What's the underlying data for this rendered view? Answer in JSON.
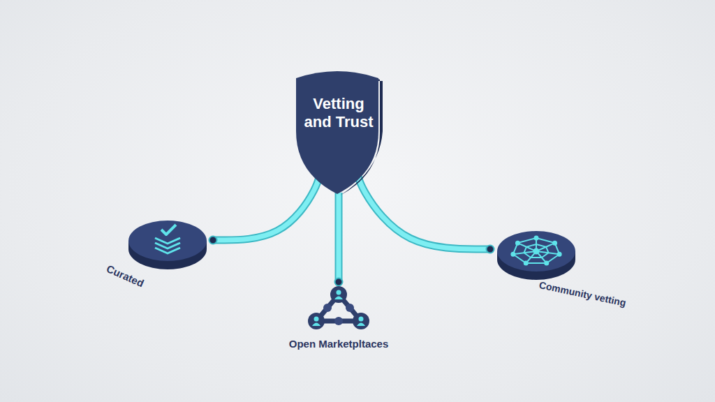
{
  "diagram": {
    "nodes": [
      {
        "text": [
          "Vetting and Trust"
        ]
      },
      {
        "text": [
          "Curated"
        ]
      },
      {
        "text": [
          "Open Marketpltaces"
        ]
      },
      {
        "text": [
          "Community vetting"
        ]
      }
    ],
    "edges": [
      {
        "from": 0,
        "to": 1,
        "arrow": "none"
      },
      {
        "from": 0,
        "to": 2,
        "arrow": "none"
      },
      {
        "from": 0,
        "to": 3,
        "arrow": "none"
      }
    ]
  }
}
